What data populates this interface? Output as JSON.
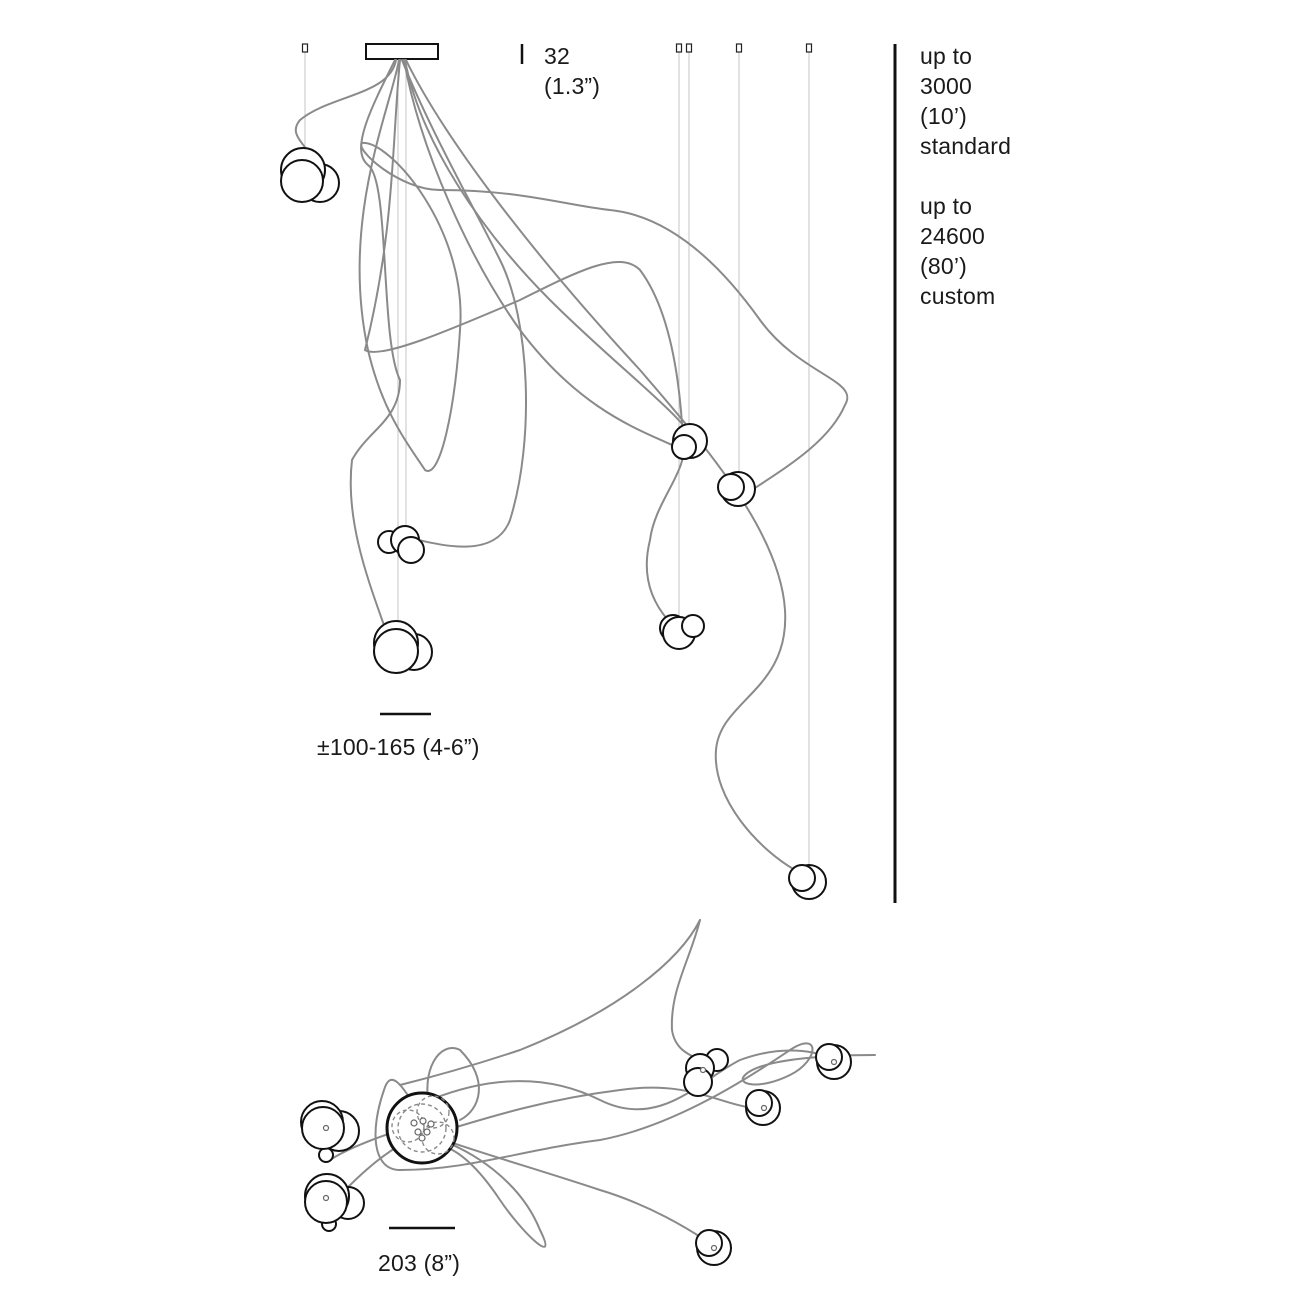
{
  "canopy_height": {
    "line1": "32",
    "line2": "(1.3”)"
  },
  "overall_length": {
    "line1": "up to",
    "line2": "3000",
    "line3": "(10’)",
    "line4": "standard",
    "line5": "up to",
    "line6": "24600",
    "line7": "(80’)",
    "line8": "custom"
  },
  "cluster_width": "±100-165 (4-6”)",
  "canopy_diameter": "203 (8”)",
  "colors": {
    "cord": "#8a8a8a",
    "cable": "#c4c4c4",
    "outline": "#111111"
  }
}
